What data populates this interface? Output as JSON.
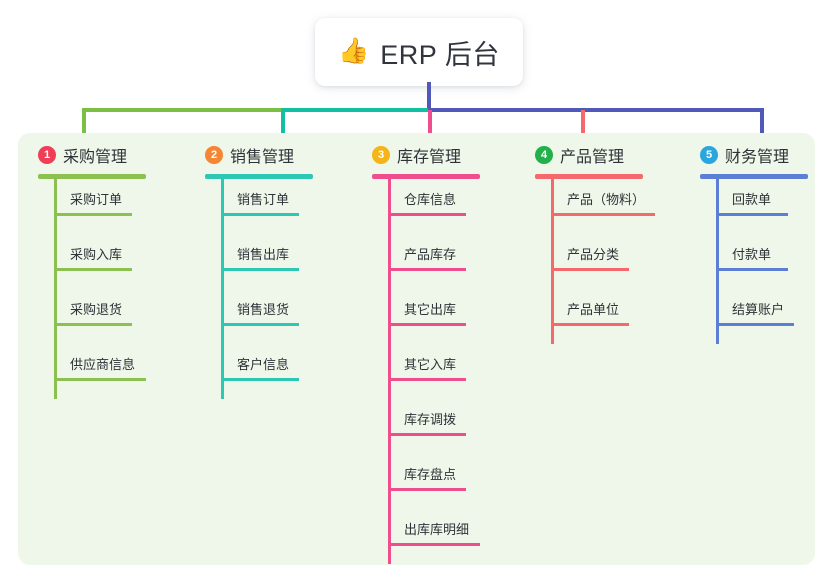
{
  "root": {
    "icon": "thumbs-up-icon",
    "icon_glyph": "👍",
    "title": "ERP 后台"
  },
  "palette": {
    "panel_bg": "#eef7e9",
    "page_bg": "#ffffff",
    "stem": "#5159b8",
    "bus_left": "#7bbf45",
    "bus_mid": "#12bfa3",
    "bus_right": "#5159b8"
  },
  "columns": [
    {
      "number": "1",
      "title": "采购管理",
      "badge_color": "#ef3e56",
      "line_color": "#8cc152",
      "rule_width": 108,
      "items": [
        {
          "label": "采购订单",
          "rule_width": 78
        },
        {
          "label": "采购入库",
          "rule_width": 78
        },
        {
          "label": "采购退货",
          "rule_width": 78
        },
        {
          "label": "供应商信息",
          "rule_width": 92
        }
      ]
    },
    {
      "number": "2",
      "title": "销售管理",
      "badge_color": "#f58634",
      "line_color": "#2dc8b4",
      "rule_width": 108,
      "items": [
        {
          "label": "销售订单",
          "rule_width": 78
        },
        {
          "label": "销售出库",
          "rule_width": 78
        },
        {
          "label": "销售退货",
          "rule_width": 78
        },
        {
          "label": "客户信息",
          "rule_width": 78
        }
      ]
    },
    {
      "number": "3",
      "title": "库存管理",
      "badge_color": "#f5b518",
      "line_color": "#ef4d8e",
      "rule_width": 108,
      "items": [
        {
          "label": "仓库信息",
          "rule_width": 78
        },
        {
          "label": "产品库存",
          "rule_width": 78
        },
        {
          "label": "其它出库",
          "rule_width": 78
        },
        {
          "label": "其它入库",
          "rule_width": 78
        },
        {
          "label": "库存调拨",
          "rule_width": 78
        },
        {
          "label": "库存盘点",
          "rule_width": 78
        },
        {
          "label": "出库库明细",
          "rule_width": 92
        }
      ]
    },
    {
      "number": "4",
      "title": "产品管理",
      "badge_color": "#22b04b",
      "line_color": "#f4696b",
      "rule_width": 108,
      "items": [
        {
          "label": "产品（物料）",
          "rule_width": 104
        },
        {
          "label": "产品分类",
          "rule_width": 78
        },
        {
          "label": "产品单位",
          "rule_width": 78
        }
      ]
    },
    {
      "number": "5",
      "title": "财务管理",
      "badge_color": "#29a6dd",
      "line_color": "#5b7fd4",
      "rule_width": 108,
      "items": [
        {
          "label": "回款单",
          "rule_width": 72
        },
        {
          "label": "付款单",
          "rule_width": 72
        },
        {
          "label": "结算账户",
          "rule_width": 78
        }
      ]
    }
  ]
}
